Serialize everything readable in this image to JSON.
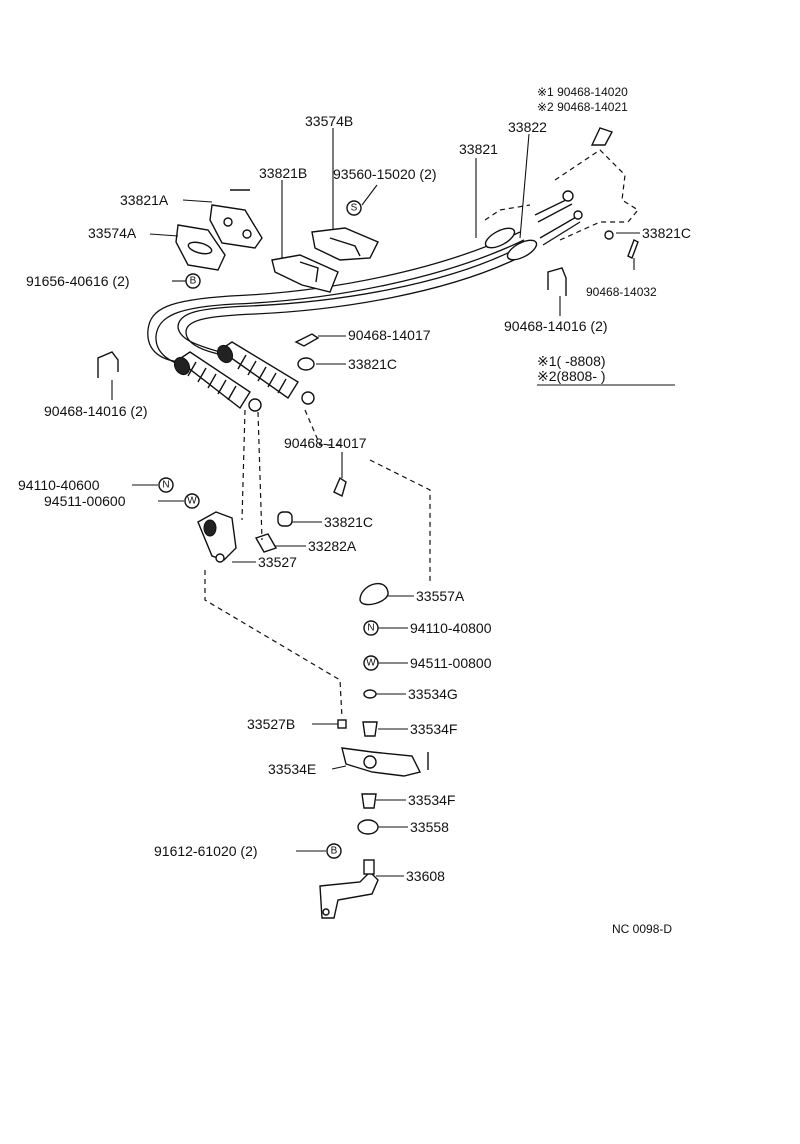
{
  "diagram": {
    "note_1_label": "※1 90468-14020",
    "note_2_label": "※2 90468-14021",
    "legend_1": "※1(        -8808)",
    "legend_2": "※2(8808-          )",
    "ref_code": "NC 0098-D",
    "symbols": {
      "N": "N",
      "W": "W",
      "S": "S",
      "B": "B"
    },
    "parts": {
      "p33574B": "33574B",
      "p33822": "33822",
      "p33821": "33821",
      "p33821B": "33821B",
      "p93560": "93560-15020 (2)",
      "p33821A": "33821A",
      "p33574A": "33574A",
      "p91656": "91656-40616 (2)",
      "p33821C_a": "33821C",
      "p90468_14032": "90468-14032",
      "p90468_14016_a": "90468-14016 (2)",
      "p90468_14017_a": "90468-14017",
      "p33821C_b": "33821C",
      "p90468_14016_b": "90468-14016 (2)",
      "p90468_14017_b": "90468-14017",
      "p94110_40600": "94110-40600",
      "p94511_00600": "94511-00600",
      "p33821C_c": "33821C",
      "p33282A": "33282A",
      "p33527": "33527",
      "p33557A": "33557A",
      "p94110_40800": "94110-40800",
      "p94511_00800": "94511-00800",
      "p33534G": "33534G",
      "p33527B": "33527B",
      "p33534F_a": "33534F",
      "p33534E": "33534E",
      "p33534F_b": "33534F",
      "p33558": "33558",
      "p91612": "91612-61020 (2)",
      "p33608": "33608"
    }
  }
}
